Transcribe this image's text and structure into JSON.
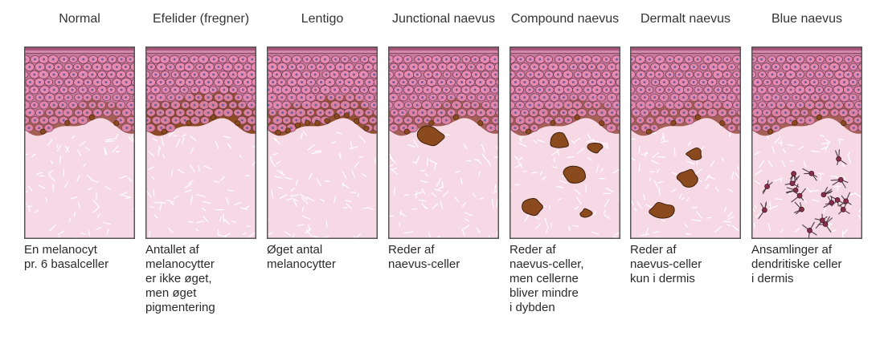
{
  "colors": {
    "epidermis": "#c77a9a",
    "keratinocyte_fill": "#e98ab0",
    "keratinocyte_stroke": "#6b3a55",
    "nucleus": "#6f5d9a",
    "melanin": "#8a4a1e",
    "dermis": "#f6d9e4",
    "fibres": "#ffffff",
    "stratum_corneum": "#a8557a",
    "frame": "#555555"
  },
  "panels": [
    {
      "title": "Normal",
      "description": "En melanocyt\npr. 6 basalceller",
      "icon": "normal-skin"
    },
    {
      "title": "Efelider\n(fregner)",
      "description": "Antallet af\nmelanocytter\ner ikke øget,\nmen øget\npigmentering",
      "icon": "freckles-skin"
    },
    {
      "title": "Lentigo",
      "description": "Øget antal\nmelanocytter",
      "icon": "lentigo-skin"
    },
    {
      "title": "Junctional\nnaevus",
      "description": "Reder af\nnaevus-celler",
      "icon": "junctional-naevus-skin"
    },
    {
      "title": "Compound\nnaevus",
      "description": "Reder af\nnaevus-celler,\nmen cellerne\nbliver mindre\ni dybden",
      "icon": "compound-naevus-skin"
    },
    {
      "title": "Dermalt\nnaevus",
      "description": "Reder af\nnaevus-celler\nkun i dermis",
      "icon": "dermal-naevus-skin"
    },
    {
      "title": "Blue naevus",
      "description": "Ansamlinger af\ndendritiske celler\ni dermis",
      "icon": "blue-naevus-skin"
    }
  ]
}
